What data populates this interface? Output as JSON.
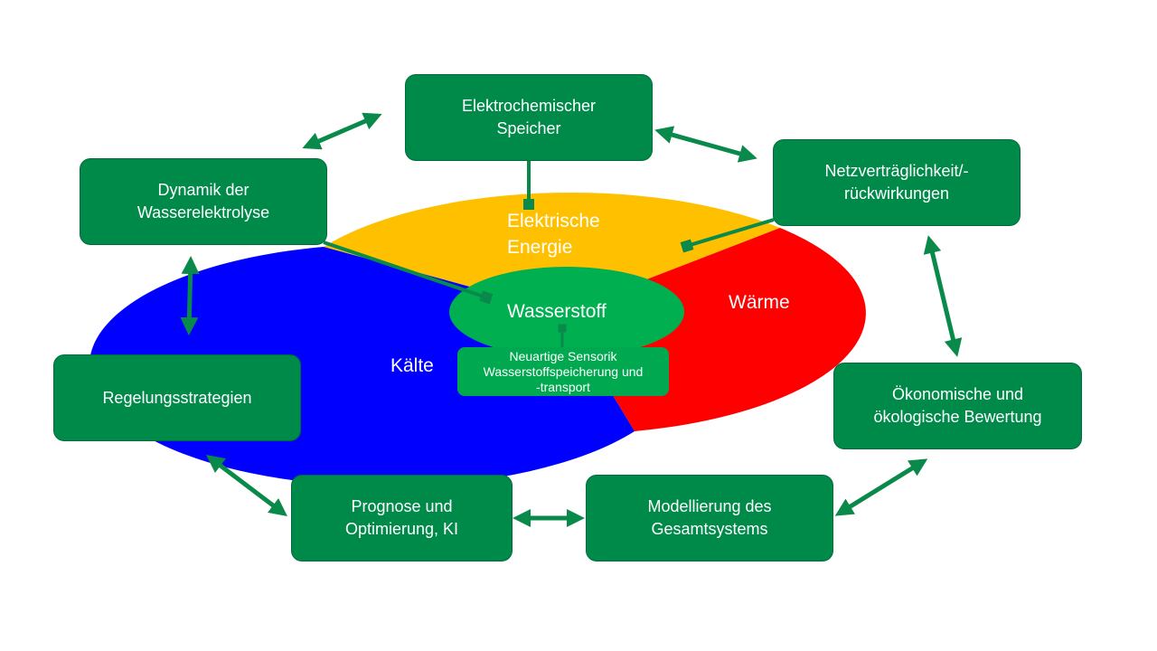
{
  "segments": {
    "electric": {
      "label": "Elektrische\nEnergie",
      "color": "#ffc000"
    },
    "heat": {
      "label": "Wärme",
      "color": "#ff0000"
    },
    "cold": {
      "label": "Kälte",
      "color": "#0000ff"
    }
  },
  "center": {
    "label": "Wasserstoff",
    "color": "#00b050"
  },
  "sensor_box": {
    "label": "Neuartige Sensorik\nWasserstoffspeicherung und\n-transport"
  },
  "boxes": {
    "elektrochemischer_speicher": "Elektrochemischer\nSpeicher",
    "netzvertraeglichkeit": "Netzverträglichkeit/-\nrückwirkungen",
    "oekonomische_bewertung": "Ökonomische und\nökologische Bewertung",
    "modellierung": "Modellierung des\nGesamtsystems",
    "prognose": "Prognose und\nOptimierung,  KI",
    "regelungsstrategien": "Regelungsstrategien",
    "dynamik_elektrolyse": "Dynamik der\nWasserelektrolyse"
  },
  "colors": {
    "box_fill": "#008a4a",
    "arrow": "#0a8a4a"
  }
}
